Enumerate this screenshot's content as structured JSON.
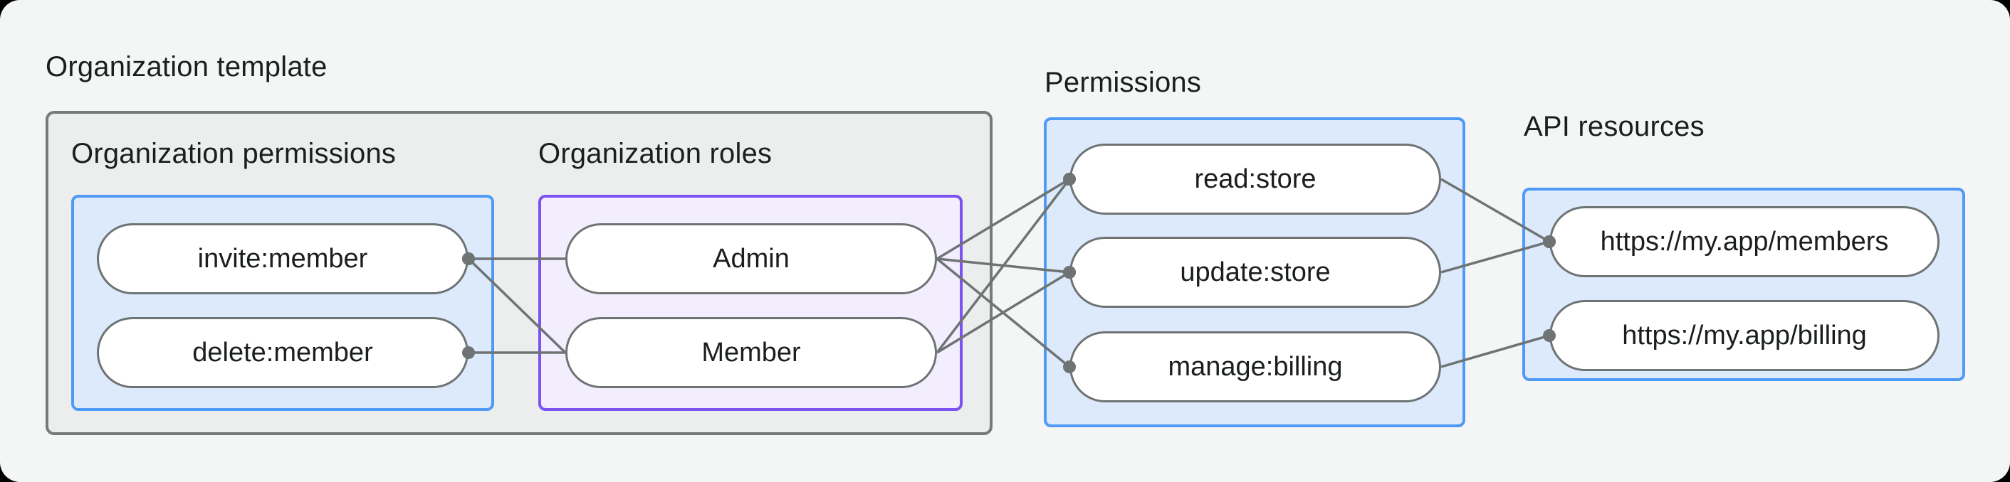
{
  "colors": {
    "page_background": "#f4f6f6",
    "outer_box_background": "#eceeee",
    "outer_box_border": "#757a7c",
    "blue_box_background": "#ddeafc",
    "blue_box_border": "#4f9af6",
    "purple_box_background": "#f3eefe",
    "purple_box_border": "#7c52f2",
    "pill_background": "#ffffff",
    "pill_border": "#6e7374",
    "wire": "#6e7374",
    "text": "#1b1e1f"
  },
  "diagram": {
    "org_template": {
      "title": "Organization template",
      "org_permissions": {
        "label": "Organization permissions",
        "items": [
          {
            "id": "invite_member",
            "label": "invite:member"
          },
          {
            "id": "delete_member",
            "label": "delete:member"
          }
        ]
      },
      "org_roles": {
        "label": "Organization roles",
        "items": [
          {
            "id": "admin",
            "label": "Admin"
          },
          {
            "id": "member",
            "label": "Member"
          }
        ]
      }
    },
    "permissions": {
      "label": "Permissions",
      "items": [
        {
          "id": "read_store",
          "label": "read:store"
        },
        {
          "id": "update_store",
          "label": "update:store"
        },
        {
          "id": "manage_billing",
          "label": "manage:billing"
        }
      ]
    },
    "api_resources": {
      "label": "API resources",
      "items": [
        {
          "id": "api_members",
          "label": "https://my.app/members"
        },
        {
          "id": "api_billing",
          "label": "https://my.app/billing"
        }
      ]
    },
    "connections": [
      {
        "from": "invite_member",
        "to": "admin",
        "dot": "from"
      },
      {
        "from": "invite_member",
        "to": "member",
        "dot": "from"
      },
      {
        "from": "delete_member",
        "to": "member",
        "dot": "from"
      },
      {
        "from": "admin",
        "to": "read_store",
        "dot": "to"
      },
      {
        "from": "admin",
        "to": "update_store",
        "dot": "to"
      },
      {
        "from": "admin",
        "to": "manage_billing",
        "dot": "to"
      },
      {
        "from": "member",
        "to": "read_store",
        "dot": "to"
      },
      {
        "from": "member",
        "to": "update_store",
        "dot": "to"
      },
      {
        "from": "read_store",
        "to": "api_members",
        "dot": "to"
      },
      {
        "from": "update_store",
        "to": "api_members",
        "dot": "to"
      },
      {
        "from": "manage_billing",
        "to": "api_billing",
        "dot": "to"
      }
    ]
  }
}
